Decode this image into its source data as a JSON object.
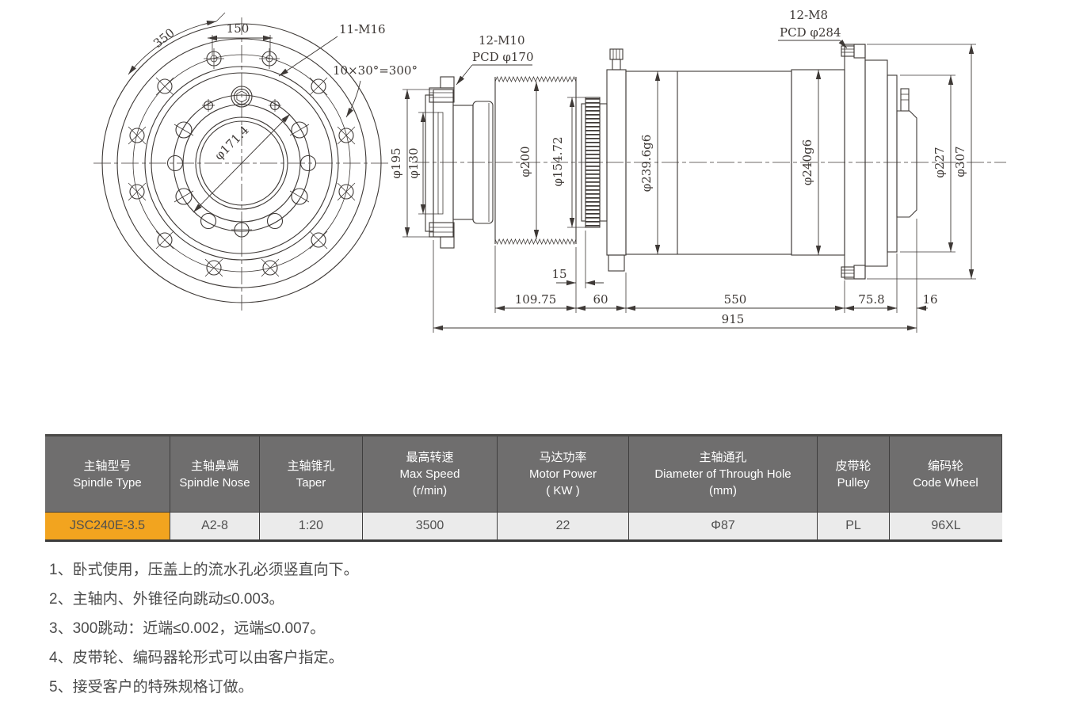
{
  "drawing": {
    "front": {
      "dim_350": "350",
      "dim_150": "150",
      "bolt_label": "11-M16",
      "angle_label": "10×30°=300°",
      "bore_label": "φ171.4"
    },
    "side": {
      "leader_m10": "12-M10",
      "leader_m10_pcd": "PCD φ170",
      "leader_m8": "12-M8",
      "leader_m8_pcd": "PCD φ284",
      "d195": "φ195",
      "d130": "φ130",
      "d200": "φ200",
      "d154": "φ154.72",
      "d239": "φ239.6g6",
      "d240": "φ240g6",
      "d227": "φ227",
      "d307": "φ307",
      "len15": "15",
      "len109": "109.75",
      "len60": "60",
      "len550": "550",
      "len75": "75.8",
      "len16": "16",
      "len915": "915"
    }
  },
  "table": {
    "headers": [
      {
        "zh": "主轴型号",
        "en": "Spindle Type",
        "sub": ""
      },
      {
        "zh": "主轴鼻端",
        "en": "Spindle Nose",
        "sub": ""
      },
      {
        "zh": "主轴锥孔",
        "en": "Taper",
        "sub": ""
      },
      {
        "zh": "最高转速",
        "en": "Max Speed",
        "sub": "(r/min)"
      },
      {
        "zh": "马达功率",
        "en": "Motor Power",
        "sub": "( KW )"
      },
      {
        "zh": "主轴通孔",
        "en": "Diameter of Through Hole",
        "sub": "(mm)"
      },
      {
        "zh": "皮带轮",
        "en": "Pulley",
        "sub": ""
      },
      {
        "zh": "编码轮",
        "en": "Code Wheel",
        "sub": ""
      }
    ],
    "row": [
      "JSC240E-3.5",
      "A2-8",
      "1:20",
      "3500",
      "22",
      "Φ87",
      "PL",
      "96XL"
    ]
  },
  "notes": [
    "1、卧式使用，压盖上的流水孔必须竖直向下。",
    "2、主轴内、外锥径向跳动≤0.003。",
    "3、300跳动：近端≤0.002，远端≤0.007。",
    "4、皮带轮、编码器轮形式可以由客户指定。",
    "5、接受客户的特殊规格订做。"
  ],
  "colors": {
    "accent": "#f2a41f",
    "header_bg": "#6f6e6e",
    "row_bg": "#ebebeb",
    "line": "#3e3936"
  }
}
